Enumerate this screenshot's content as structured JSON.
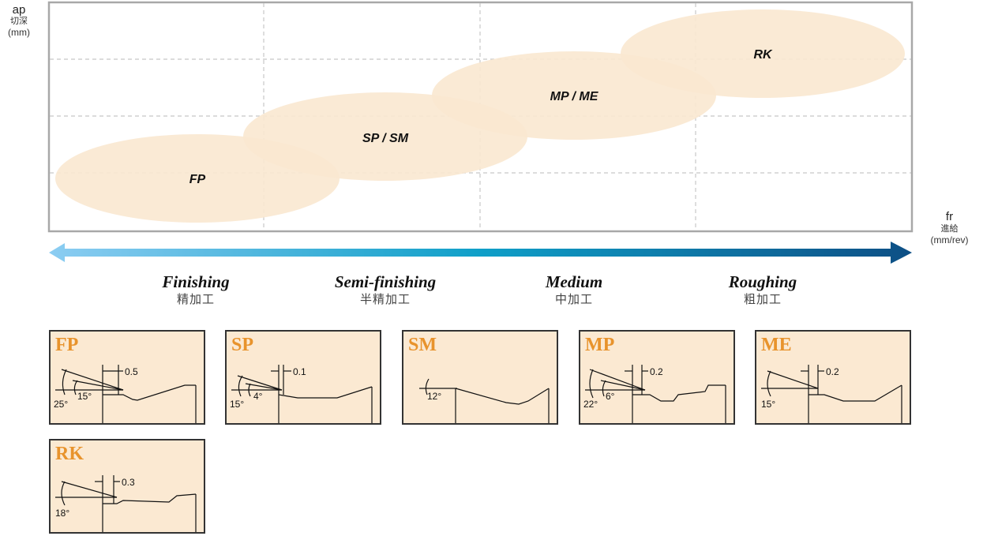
{
  "axes": {
    "y": {
      "label": "ap",
      "label_cn": "切深",
      "unit": "(mm)"
    },
    "x": {
      "label": "fr",
      "label_cn": "進給",
      "unit": "(mm/rev)"
    }
  },
  "zones": [
    {
      "label": "FP"
    },
    {
      "label": "SP / SM"
    },
    {
      "label": "MP / ME"
    },
    {
      "label": "RK"
    }
  ],
  "stages": [
    {
      "en": "Finishing",
      "cn": "精加工"
    },
    {
      "en": "Semi-finishing",
      "cn": "半精加工"
    },
    {
      "en": "Medium",
      "cn": "中加工"
    },
    {
      "en": "Roughing",
      "cn": "粗加工"
    }
  ],
  "colors": {
    "zone_fill": "#fae8d0",
    "card_fill": "#fbe9d2",
    "code_text": "#e8932c",
    "arrow_start": "#8ccdf2",
    "arrow_mid": "#0f9fc8",
    "arrow_end": "#0d4f85",
    "grid": "#c8c8c8"
  },
  "cards": [
    {
      "code": "FP",
      "land": "0.5",
      "angles": [
        "25°",
        "15°"
      ]
    },
    {
      "code": "SP",
      "land": "0.1",
      "angles": [
        "15°",
        "4°"
      ]
    },
    {
      "code": "SM",
      "land": "",
      "angles": [
        "12°"
      ]
    },
    {
      "code": "MP",
      "land": "0.2",
      "angles": [
        "22°",
        "6°"
      ]
    },
    {
      "code": "ME",
      "land": "0.2",
      "angles": [
        "15°"
      ]
    },
    {
      "code": "RK",
      "land": "0.3",
      "angles": [
        "18°"
      ]
    }
  ]
}
